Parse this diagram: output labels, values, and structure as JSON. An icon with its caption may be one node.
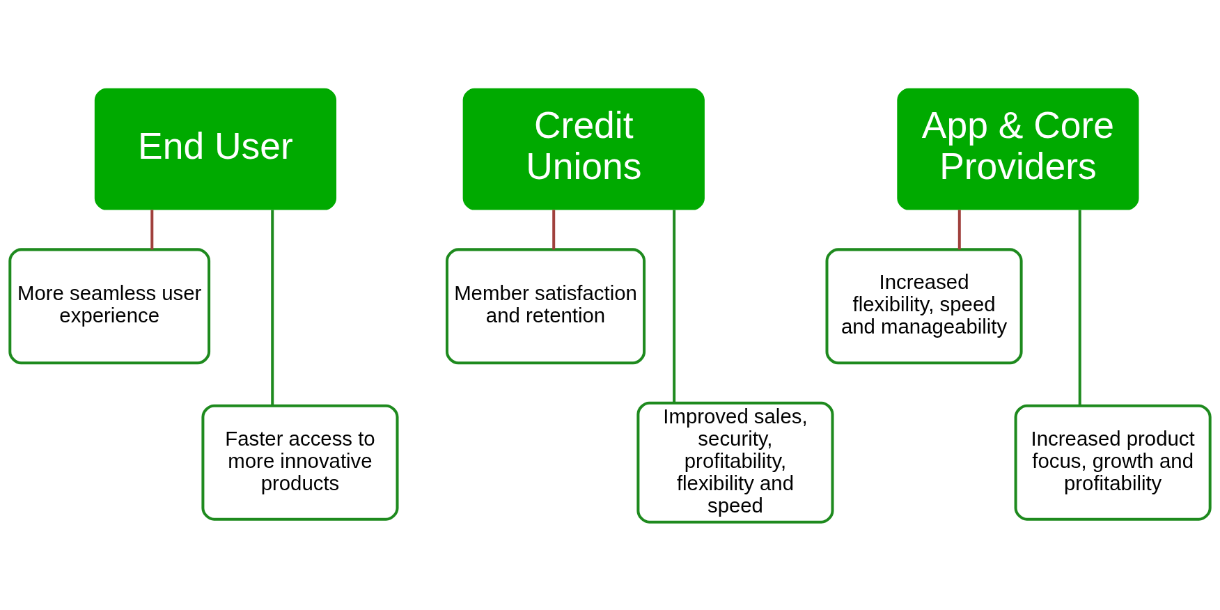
{
  "diagram": {
    "nodes": [
      {
        "text": [
          "End User"
        ]
      },
      {
        "text": [
          "More seamless user experience"
        ]
      },
      {
        "text": [
          "Faster access to more innovative products"
        ]
      },
      {
        "text": [
          "Credit Unions"
        ]
      },
      {
        "text": [
          "Member satisfaction and retention"
        ]
      },
      {
        "text": [
          "Improved sales, security, profitability, flexibility and speed"
        ]
      },
      {
        "text": [
          "App & Core Providers"
        ]
      },
      {
        "text": [
          "Increased flexibility, speed and manageability"
        ]
      },
      {
        "text": [
          "Increased product focus, growth and profitability"
        ]
      }
    ],
    "edges": [
      {
        "from": 0,
        "to": 1,
        "arrow": "none",
        "color": "#a0403c"
      },
      {
        "from": 0,
        "to": 2,
        "arrow": "none",
        "color": "#1e8a1e"
      },
      {
        "from": 3,
        "to": 4,
        "arrow": "none",
        "color": "#a0403c"
      },
      {
        "from": 3,
        "to": 5,
        "arrow": "none",
        "color": "#1e8a1e"
      },
      {
        "from": 6,
        "to": 7,
        "arrow": "none",
        "color": "#a0403c"
      },
      {
        "from": 6,
        "to": 8,
        "arrow": "none",
        "color": "#1e8a1e"
      }
    ]
  }
}
